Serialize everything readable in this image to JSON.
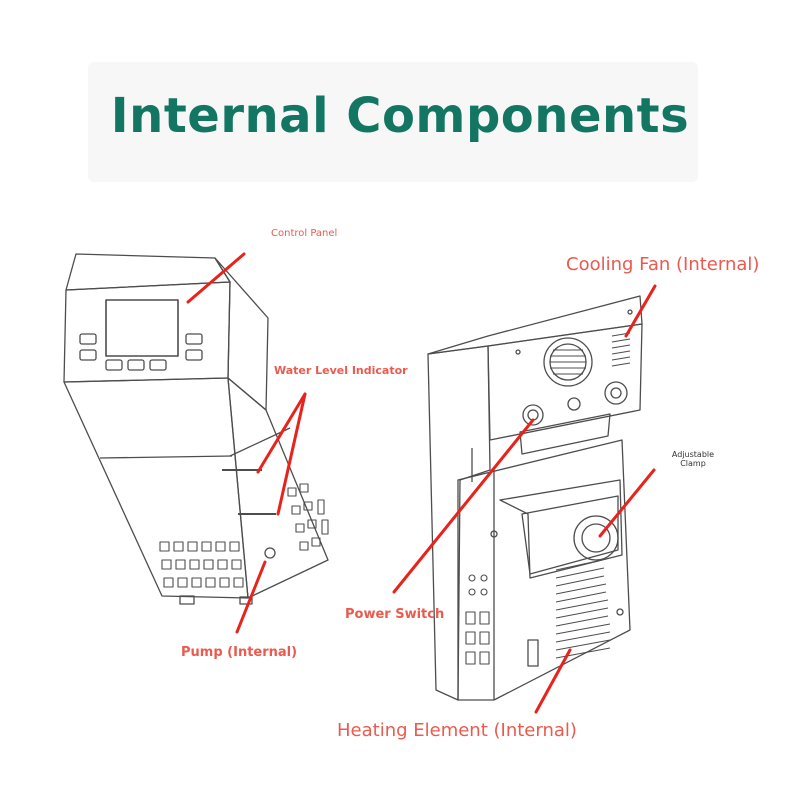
{
  "title": "Internal Components",
  "colors": {
    "title": "#137663",
    "callout_text": "#ea5a4e",
    "leader_line": "#e8231b",
    "clamp_text": "#333333",
    "drawing_stroke": "#4d4d4d"
  },
  "callouts": {
    "control_panel": "Control Panel",
    "water_level_indicator": "Water Level Indicator",
    "pump": "Pump (Internal)",
    "power_switch": "Power Switch",
    "cooling_fan": "Cooling Fan (Internal)",
    "heating_element": "Heating Element (Internal)",
    "adjustable_clamp": "Adjustable Clamp"
  }
}
